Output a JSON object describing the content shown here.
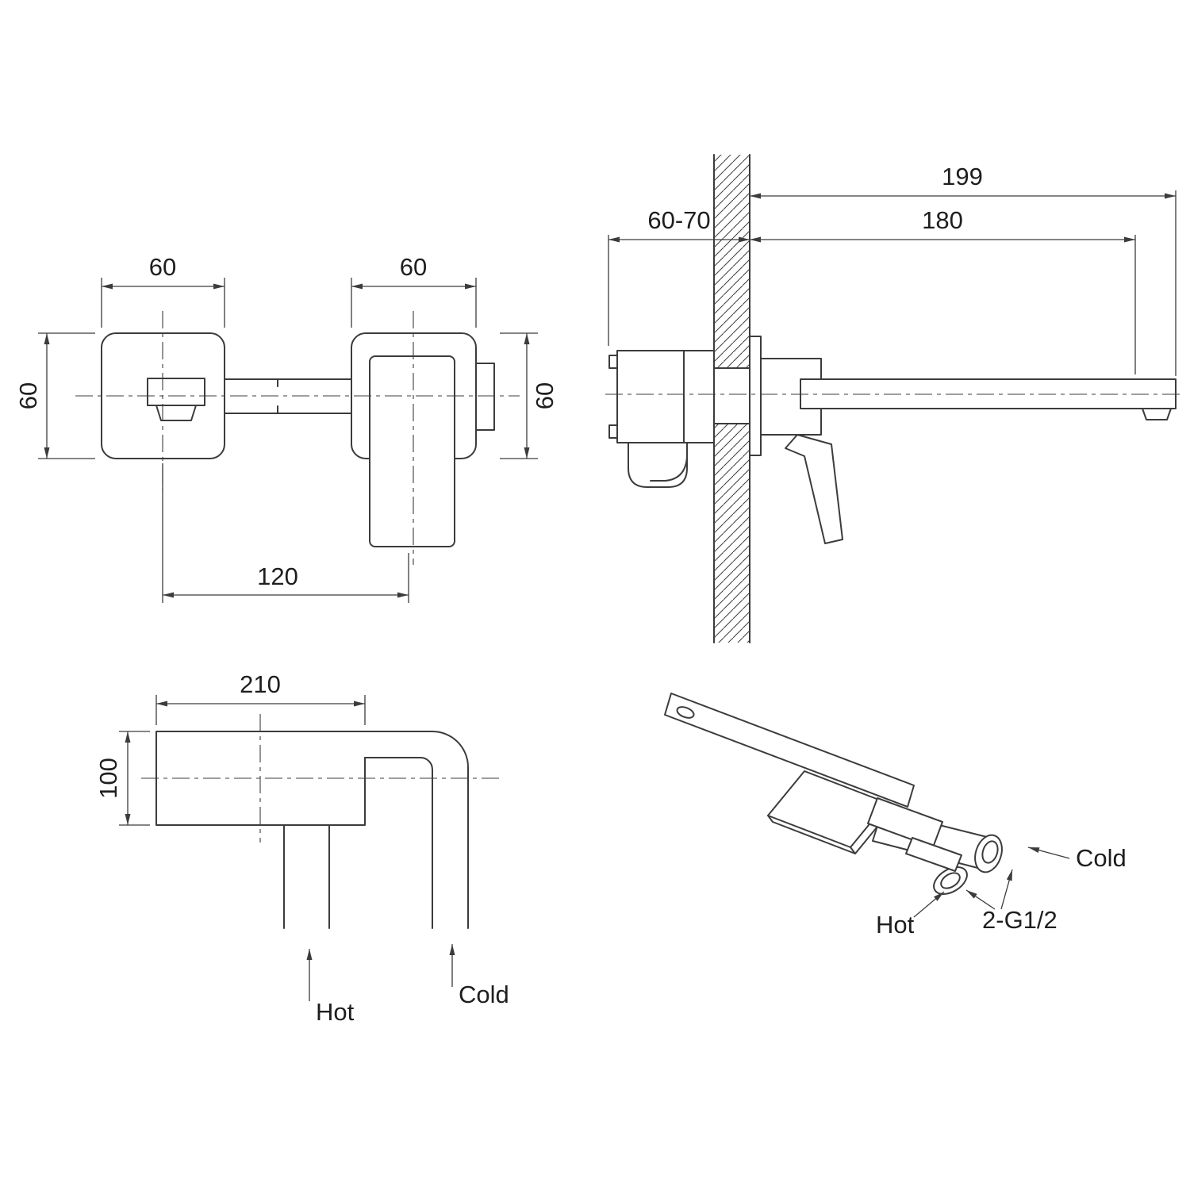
{
  "drawing": {
    "colors": {
      "line": "#3c3c3c",
      "text": "#1e1e1e",
      "background": "#ffffff"
    },
    "front_view": {
      "left_plate_width": "60",
      "right_plate_width": "60",
      "left_plate_height": "60",
      "right_plate_height": "60",
      "spout_center_distance": "120"
    },
    "side_view": {
      "overall_projection": "199",
      "spout_projection": "180",
      "wall_depth_range": "60-70"
    },
    "plan_view": {
      "body_length": "210",
      "body_width": "100",
      "hot_label": "Hot",
      "cold_label": "Cold"
    },
    "iso_view": {
      "cold_label": "Cold",
      "hot_label": "Hot",
      "thread_label": "2-G1/2"
    }
  }
}
